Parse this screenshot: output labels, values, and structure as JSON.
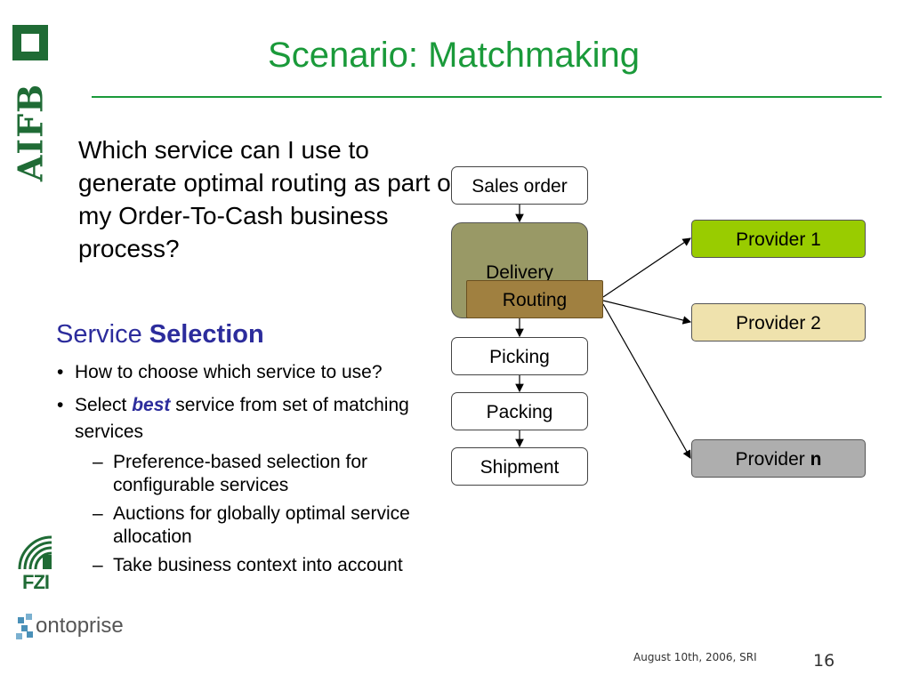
{
  "logos": {
    "aifb": "AIFB",
    "fzi": "FZI",
    "ontoprise": "ontoprise"
  },
  "title": "Scenario: Matchmaking",
  "question": "Which service can I use to generate optimal routing as part of my Order-To-Cash business process?",
  "section": {
    "heading_plain": "Service ",
    "heading_bold": "Selection",
    "bullets": [
      {
        "text": "How to choose which service to use?"
      },
      {
        "pre": "Select ",
        "emph": "best",
        "post": " service from set of matching services"
      }
    ],
    "sub_bullets": [
      "Preference-based selection for configurable services",
      "Auctions for globally optimal service allocation",
      "Take business context into account"
    ]
  },
  "process": {
    "steps": [
      "Sales order",
      "Delivery",
      "Routing",
      "Picking",
      "Packing",
      "Shipment"
    ]
  },
  "providers": {
    "p1": "Provider 1",
    "p2": "Provider 2",
    "pn_prefix": "Provider ",
    "pn_suffix": "n"
  },
  "footer": {
    "date": "August 10th, 2006, SRI",
    "page": "16"
  },
  "colors": {
    "title": "#1a9a3a",
    "heading": "#2c2c9c",
    "provider1": "#99cc00",
    "provider2": "#efe2ad",
    "providern": "#aeaeae",
    "delivery": "#999966",
    "routing": "#a08040"
  }
}
